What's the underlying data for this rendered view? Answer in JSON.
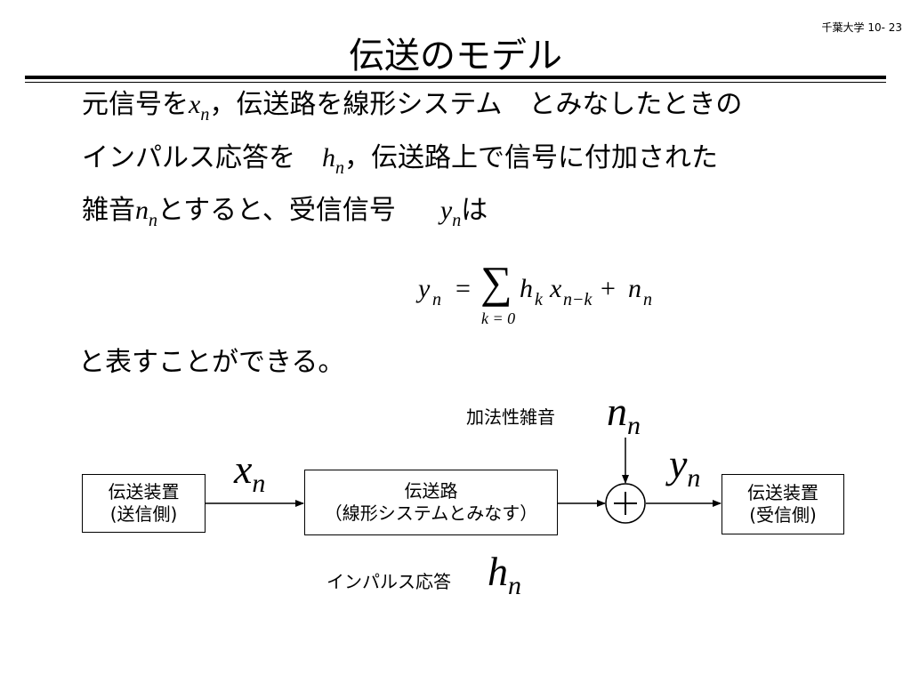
{
  "slide_label": "千葉大学 10- 23",
  "title": "伝送のモデル",
  "paragraph": {
    "line1_a": "元信号を",
    "line1_b": "，伝送路を線形システム　とみなしたときの",
    "line2_a": "インパルス応答を",
    "line2_b": "，伝送路上で信号に付加された",
    "line3_a": "雑音",
    "line3_b": "とすると、受信信号",
    "line3_c": "は",
    "conclusion": "と表すことができる。"
  },
  "symbols": {
    "x": "x",
    "h": "h",
    "n": "n",
    "y": "y",
    "k": "k"
  },
  "equation": {
    "lhs": "y",
    "lhs_sub": "n",
    "equals": "=",
    "sum": "∑",
    "sum_lower": "k = 0",
    "term1": "h",
    "term1_sub": "k",
    "term2": "x",
    "term2_sub": "n−k",
    "plus": "+",
    "term3": "n",
    "term3_sub": "n"
  },
  "diagram": {
    "noise_label": "加法性雑音",
    "sender": {
      "line1": "伝送装置",
      "line2": "(送信側)"
    },
    "channel": {
      "line1": "伝送路",
      "line2": "（線形システムとみなす）"
    },
    "receiver": {
      "line1": "伝送装置",
      "line2": "(受信側)"
    },
    "impulse_label": "インパルス応答",
    "adder": "+"
  }
}
